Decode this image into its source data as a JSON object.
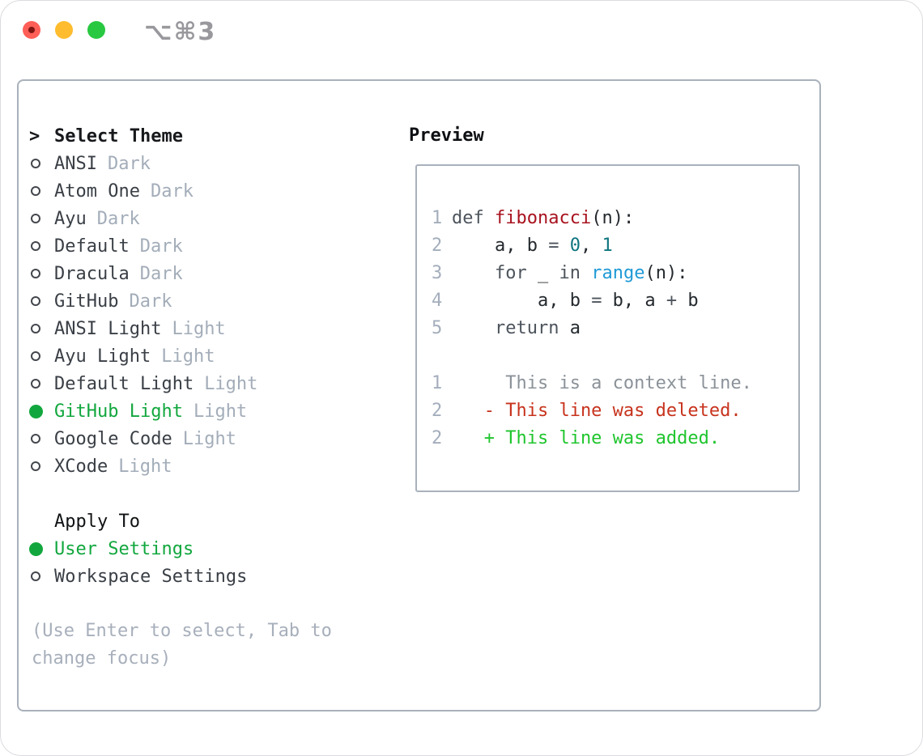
{
  "window": {
    "title": "⌥⌘3"
  },
  "titlebar": {
    "buttons": [
      {
        "name": "close",
        "color": "#ff5f57"
      },
      {
        "name": "minimize",
        "color": "#febc2e"
      },
      {
        "name": "zoom",
        "color": "#28c840"
      }
    ]
  },
  "theme_picker": {
    "header": {
      "prefix": ">",
      "label": "Select Theme"
    },
    "themes": [
      {
        "name": "ANSI",
        "variant": "Dark",
        "selected": false
      },
      {
        "name": "Atom One",
        "variant": "Dark",
        "selected": false
      },
      {
        "name": "Ayu",
        "variant": "Dark",
        "selected": false
      },
      {
        "name": "Default",
        "variant": "Dark",
        "selected": false
      },
      {
        "name": "Dracula",
        "variant": "Dark",
        "selected": false
      },
      {
        "name": "GitHub",
        "variant": "Dark",
        "selected": false
      },
      {
        "name": "ANSI Light",
        "variant": "Light",
        "selected": false
      },
      {
        "name": "Ayu Light",
        "variant": "Light",
        "selected": false
      },
      {
        "name": "Default Light",
        "variant": "Light",
        "selected": false
      },
      {
        "name": "GitHub Light",
        "variant": "Light",
        "selected": true
      },
      {
        "name": "Google Code",
        "variant": "Light",
        "selected": false
      },
      {
        "name": "XCode",
        "variant": "Light",
        "selected": false
      }
    ],
    "apply_to": {
      "label": "Apply To",
      "options": [
        {
          "name": "User Settings",
          "selected": true
        },
        {
          "name": "Workspace Settings",
          "selected": false
        }
      ]
    },
    "hint": "(Use Enter to select, Tab to change focus)"
  },
  "preview": {
    "label": "Preview",
    "code_lines": [
      {
        "num": "1",
        "segments": [
          {
            "text": "def ",
            "style": "keyword"
          },
          {
            "text": "fibonacci",
            "style": "function"
          },
          {
            "text": "(n):",
            "style": "plain"
          }
        ]
      },
      {
        "num": "2",
        "segments": [
          {
            "text": "    a, b ",
            "style": "plain"
          },
          {
            "text": "=",
            "style": "keyword"
          },
          {
            "text": " ",
            "style": "plain"
          },
          {
            "text": "0",
            "style": "number"
          },
          {
            "text": ", ",
            "style": "plain"
          },
          {
            "text": "1",
            "style": "number"
          }
        ]
      },
      {
        "num": "3",
        "segments": [
          {
            "text": "    ",
            "style": "plain"
          },
          {
            "text": "for",
            "style": "keyword"
          },
          {
            "text": " _ ",
            "style": "plain"
          },
          {
            "text": "in",
            "style": "keyword"
          },
          {
            "text": " ",
            "style": "plain"
          },
          {
            "text": "range",
            "style": "builtin"
          },
          {
            "text": "(n):",
            "style": "plain"
          }
        ]
      },
      {
        "num": "4",
        "segments": [
          {
            "text": "        a, b ",
            "style": "plain"
          },
          {
            "text": "=",
            "style": "keyword"
          },
          {
            "text": " b, a ",
            "style": "plain"
          },
          {
            "text": "+",
            "style": "keyword"
          },
          {
            "text": " b",
            "style": "plain"
          }
        ]
      },
      {
        "num": "5",
        "segments": [
          {
            "text": "    ",
            "style": "plain"
          },
          {
            "text": "return",
            "style": "keyword"
          },
          {
            "text": " a",
            "style": "plain"
          }
        ]
      },
      {
        "num": "",
        "segments": []
      },
      {
        "num": "1",
        "segments": [
          {
            "text": "     This is a context line.",
            "style": "context"
          }
        ]
      },
      {
        "num": "2",
        "segments": [
          {
            "text": "   - This line was deleted.",
            "style": "deleted"
          }
        ]
      },
      {
        "num": "2",
        "segments": [
          {
            "text": "   + This line was added.",
            "style": "added"
          }
        ]
      }
    ]
  },
  "colors": {
    "accent-green": "#12a73e",
    "traffic-red": "#ff5f57",
    "traffic-red-dot": "#7f1512",
    "traffic-yellow": "#febc2e",
    "traffic-green": "#28c840",
    "border-gray": "#a9b1bb",
    "text-dark": "#24292e",
    "list-text": "#3a3f46",
    "text-keyword": "#4d545c",
    "text-muted": "#a3adb9",
    "line-number": "#a4aebc",
    "func-red": "#a8131f",
    "num-teal": "#0e7580",
    "builtin-blue": "#1f9ad6",
    "diff-context": "#8b9299",
    "diff-deleted": "#c7331d",
    "diff-added": "#1fc52d",
    "hint-gray": "#a7afbb",
    "title-gray": "#98989d"
  }
}
